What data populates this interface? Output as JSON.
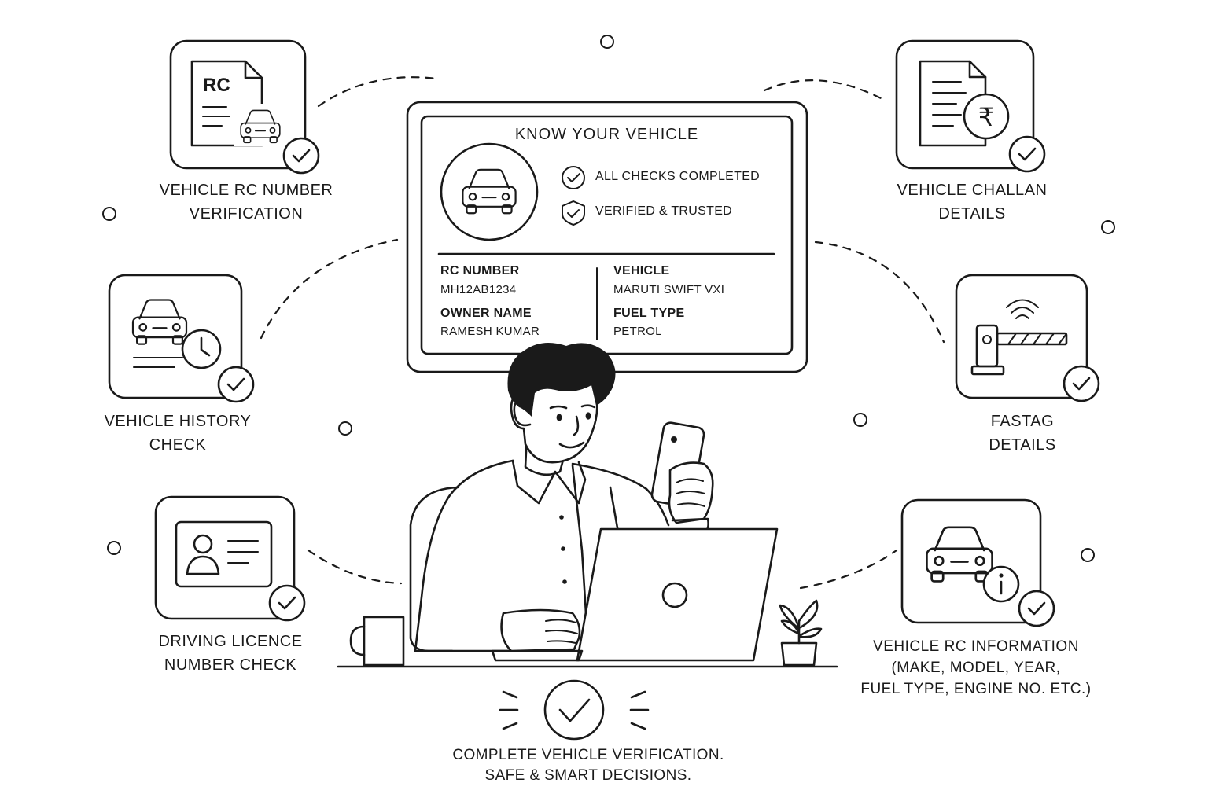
{
  "card": {
    "title": "KNOW YOUR VEHICLE",
    "check_completed": "ALL CHECKS COMPLETED",
    "check_verified": "VERIFIED & TRUSTED",
    "rc_number_label": "RC NUMBER",
    "rc_number_value": "MH12AB1234",
    "owner_label": "OWNER NAME",
    "owner_value": "RAMESH KUMAR",
    "vehicle_label": "VEHICLE",
    "vehicle_value": "MARUTI SWIFT VXI",
    "fuel_label": "FUEL TYPE",
    "fuel_value": "PETROL"
  },
  "features": {
    "rc_verification": {
      "icon_text": "RC",
      "line1": "VEHICLE RC NUMBER",
      "line2": "VERIFICATION",
      "icon": "rc-document-car-icon"
    },
    "history": {
      "line1": "VEHICLE HISTORY",
      "line2": "CHECK",
      "icon": "car-clock-icon"
    },
    "licence": {
      "line1": "DRIVING LICENCE",
      "line2": "NUMBER CHECK",
      "icon": "id-card-icon"
    },
    "challan": {
      "icon_text": "₹",
      "line1": "VEHICLE CHALLAN",
      "line2": "DETAILS",
      "icon": "rupee-document-icon"
    },
    "fastag": {
      "line1": "FASTAG",
      "line2": "DETAILS",
      "icon": "toll-barrier-icon"
    },
    "rc_info": {
      "line1": "VEHICLE RC INFORMATION",
      "line2": "(MAKE, MODEL, YEAR,",
      "line3": "FUEL TYPE, ENGINE NO. ETC.)",
      "icon": "car-info-icon"
    }
  },
  "tagline": {
    "line1": "COMPLETE VEHICLE VERIFICATION.",
    "line2": "SAFE & SMART DECISIONS."
  }
}
